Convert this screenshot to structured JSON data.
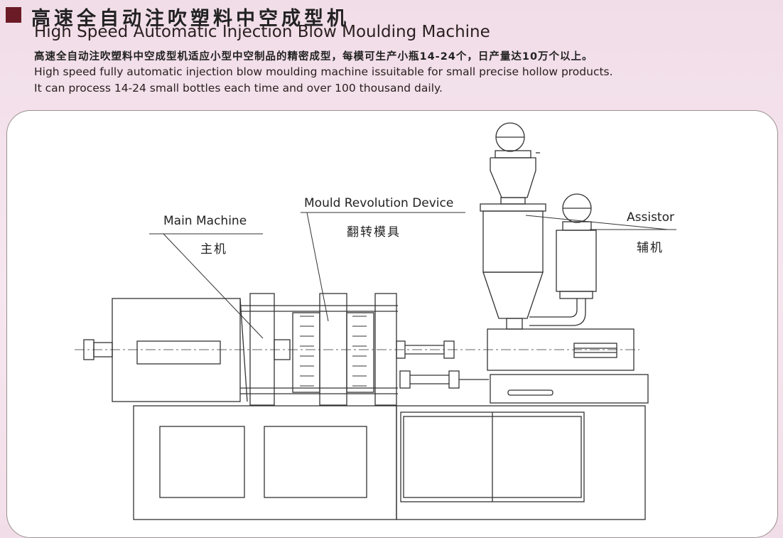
{
  "header": {
    "title_cn": "高速全自动注吹塑料中空成型机",
    "title_en": "High Speed Automatic Injection Blow Moulding Machine",
    "desc_cn": "高速全自动注吹塑料中空成型机适应小型中空制品的精密成型，每模可生产小瓶14-24个，日产量达10万个以上。",
    "desc_en_1": "High speed fully automatic injection blow moulding machine issuitable for small precise hollow products.",
    "desc_en_2": "It can process 14-24 small bottles each time and over 100 thousand daily."
  },
  "diagram": {
    "labels": {
      "main_machine_en": "Main Machine",
      "main_machine_cn": "主机",
      "mould_device_en": "Mould Revolution Device",
      "mould_device_cn": "翻转模具",
      "assistor_en": "Assistor",
      "assistor_cn": "辅机"
    }
  },
  "colors": {
    "background": "#f3e1eb",
    "accent_square": "#6b1b26",
    "line": "#333333"
  }
}
